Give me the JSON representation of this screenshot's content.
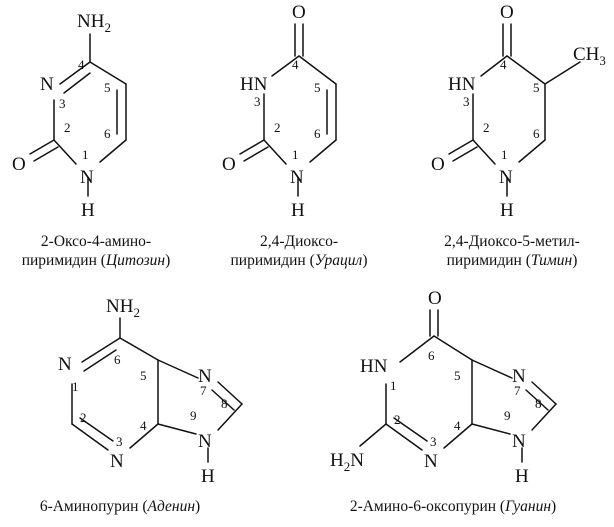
{
  "atoms": {
    "N": "N",
    "NH": "HN",
    "H": "H",
    "NH2": "NH",
    "H2N": "H",
    "N_of_H2N": "N",
    "O": "O",
    "CH3": "CH",
    "sub2": "2",
    "sub3": "3"
  },
  "numbers": {
    "n1": "1",
    "n2": "2",
    "n3": "3",
    "n4": "4",
    "n5": "5",
    "n6": "6",
    "n7": "7",
    "n8": "8",
    "n9": "9"
  },
  "captions": {
    "cytosine": {
      "line1": "2-Оксо-4-амино-",
      "line2": "пиримидин (",
      "name": "Цитозин",
      "close": ")"
    },
    "uracil": {
      "line1": "2,4-Диоксо-",
      "line2": "пиримидин (",
      "name": "Урацил",
      "close": ")"
    },
    "thymine": {
      "line1": "2,4-Диоксо-5-метил-",
      "line2": "пиримидин (",
      "name": "Тимин",
      "close": ")"
    },
    "adenine": {
      "line1": "6-Аминопурин (",
      "name": "Аденин",
      "close": ")"
    },
    "guanine": {
      "line1": "2-Амино-6-оксопурин (",
      "name": "Гуанин",
      "close": ")"
    }
  }
}
